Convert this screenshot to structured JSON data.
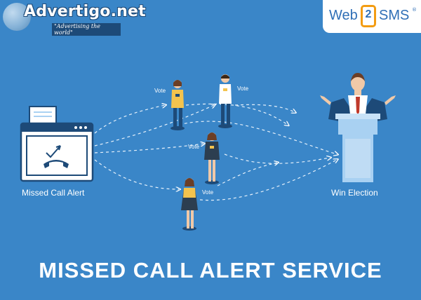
{
  "watermark": {
    "brand": "Advertigo.net",
    "tagline": "\"Advertising the world\""
  },
  "logo": {
    "part1": "Web",
    "digit": "2",
    "part2": "SMS",
    "mark": "®"
  },
  "flow": {
    "source_label": "Missed Call Alert",
    "target_label": "Win Election",
    "vote_label": "Vote"
  },
  "banner": {
    "text": "MISSED CALL ALERT SERVICE"
  },
  "colors": {
    "background": "#3a86c8",
    "dark_blue": "#1d4a78",
    "light_blue": "#a9d1f2",
    "accent_orange": "#f39c12",
    "tie_red": "#c0392b"
  },
  "icons": [
    "globe-icon",
    "phone-missed-call-icon",
    "dashed-arrow-icon"
  ]
}
